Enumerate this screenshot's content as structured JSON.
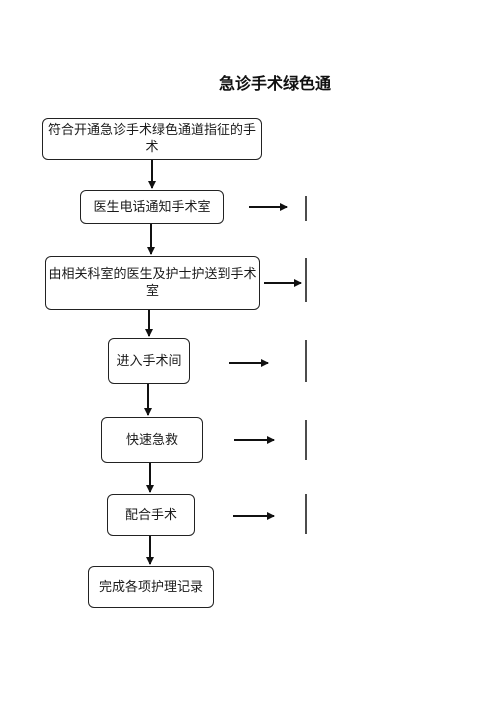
{
  "title": "急诊手术绿色通",
  "steps": [
    {
      "label": "符合开通急诊手术绿色通道指征的手术"
    },
    {
      "label": "医生电话通知手术室"
    },
    {
      "label": "由相关科室的医生及护士护送到手术室"
    },
    {
      "label": "进入手术间"
    },
    {
      "label": "快速急救"
    },
    {
      "label": "配合手术"
    },
    {
      "label": "完成各项护理记录"
    }
  ],
  "colors": {
    "line": "#111111",
    "border": "#222222"
  }
}
